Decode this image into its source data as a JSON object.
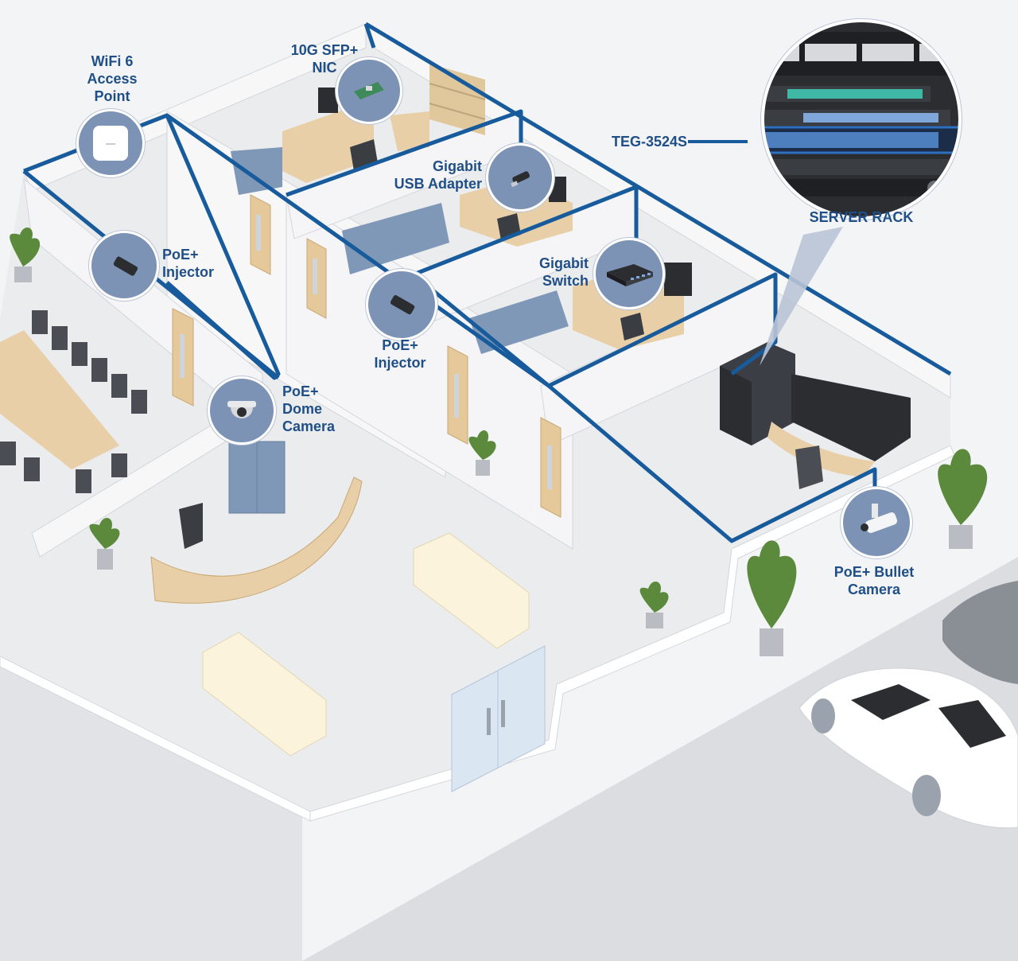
{
  "colors": {
    "link": "#185b9c",
    "badge": "#7d93b6",
    "label_text": "#1f4f86",
    "floor": "#ebecee",
    "wall": "#f7f7f8",
    "furniture_blue": "#7f98b8",
    "wood": "#e8cfa8",
    "rack_dark": "#2b2d31"
  },
  "labels": {
    "wifi_ap": [
      "WiFi 6",
      "Access",
      "Point"
    ],
    "nic": [
      "10G SFP+",
      "NIC"
    ],
    "usb_adapter": [
      "Gigabit",
      "USB Adapter"
    ],
    "injector_left": [
      "PoE+",
      "Injector"
    ],
    "injector_center": [
      "PoE+",
      "Injector"
    ],
    "gigabit_switch": [
      "Gigabit",
      "Switch"
    ],
    "dome_camera": [
      "PoE+",
      "Dome",
      "Camera"
    ],
    "bullet_camera": [
      "PoE+ Bullet",
      "Camera"
    ],
    "rack_switch": "TEG-3524S",
    "server_rack": "SERVER RACK"
  },
  "icons": {
    "wifi_ap": "access-point-icon",
    "nic": "network-card-icon",
    "usb_adapter": "usb-adapter-icon",
    "injector": "poe-injector-icon",
    "gigabit_switch": "network-switch-icon",
    "dome_camera": "dome-camera-icon",
    "bullet_camera": "bullet-camera-icon"
  }
}
